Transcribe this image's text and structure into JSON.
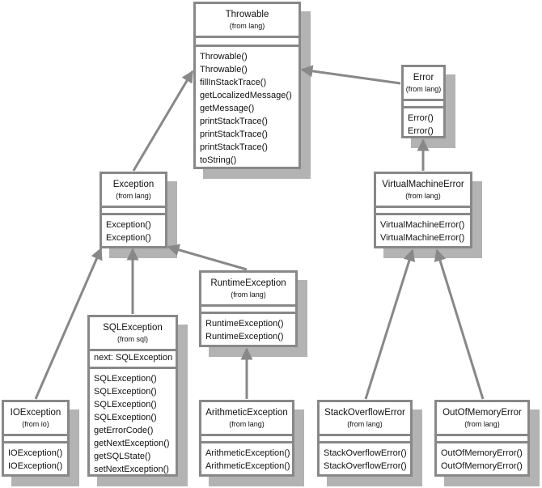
{
  "colors": {
    "border": "#888888",
    "shadow": "#b3b3b3",
    "arrow": "#888888"
  },
  "classes": {
    "throwable": {
      "name": "Throwable",
      "pkg": "(from lang)",
      "ops": [
        "Throwable()",
        "Throwable()",
        "fillInStackTrace()",
        "getLocalizedMessage()",
        "getMessage()",
        "printStackTrace()",
        "printStackTrace()",
        "printStackTrace()",
        "toString()"
      ]
    },
    "error": {
      "name": "Error",
      "pkg": "(from lang)",
      "ops": [
        "Error()",
        "Error()"
      ]
    },
    "exception": {
      "name": "Exception",
      "pkg": "(from lang)",
      "ops": [
        "Exception()",
        "Exception()"
      ]
    },
    "vmerror": {
      "name": "VirtualMachineError",
      "pkg": "(from lang)",
      "ops": [
        "VirtualMachineError()",
        "VirtualMachineError()"
      ]
    },
    "runtime": {
      "name": "RuntimeException",
      "pkg": "(from lang)",
      "ops": [
        "RuntimeException()",
        "RuntimeException()"
      ]
    },
    "sql": {
      "name": "SQLException",
      "pkg": "(from sql)",
      "attr": "next: SQLException",
      "ops": [
        "SQLException()",
        "SQLException()",
        "SQLException()",
        "SQLException()",
        "getErrorCode()",
        "getNextException()",
        "getSQLState()",
        "setNextException()"
      ]
    },
    "io": {
      "name": "IOException",
      "pkg": "(from io)",
      "ops": [
        "IOException()",
        "IOException()"
      ]
    },
    "arith": {
      "name": "ArithmeticException",
      "pkg": "(from lang)",
      "ops": [
        "ArithmeticException()",
        "ArithmeticException()"
      ]
    },
    "so": {
      "name": "StackOverflowError",
      "pkg": "(from lang)",
      "ops": [
        "StackOverflowError()",
        "StackOverflowError()"
      ]
    },
    "oom": {
      "name": "OutOfMemoryError",
      "pkg": "(from lang)",
      "ops": [
        "OutOfMemoryError()",
        "OutOfMemoryError()"
      ]
    }
  }
}
